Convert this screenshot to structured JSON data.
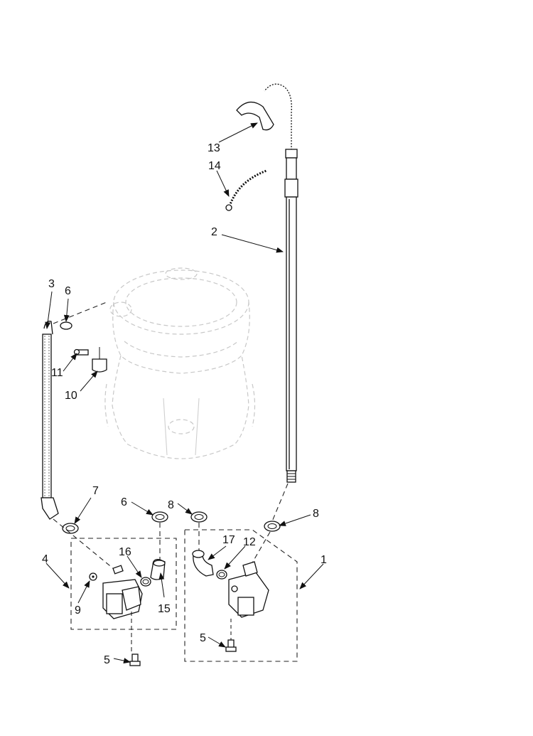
{
  "callouts": {
    "c1": "1",
    "c2": "2",
    "c3": "3",
    "c4": "4",
    "c5a": "5",
    "c5b": "5",
    "c6a": "6",
    "c6b": "6",
    "c7": "7",
    "c8a": "8",
    "c8b": "8",
    "c9": "9",
    "c10": "10",
    "c11": "11",
    "c12": "12",
    "c13": "13",
    "c14": "14",
    "c15": "15",
    "c16": "16",
    "c17": "17"
  }
}
